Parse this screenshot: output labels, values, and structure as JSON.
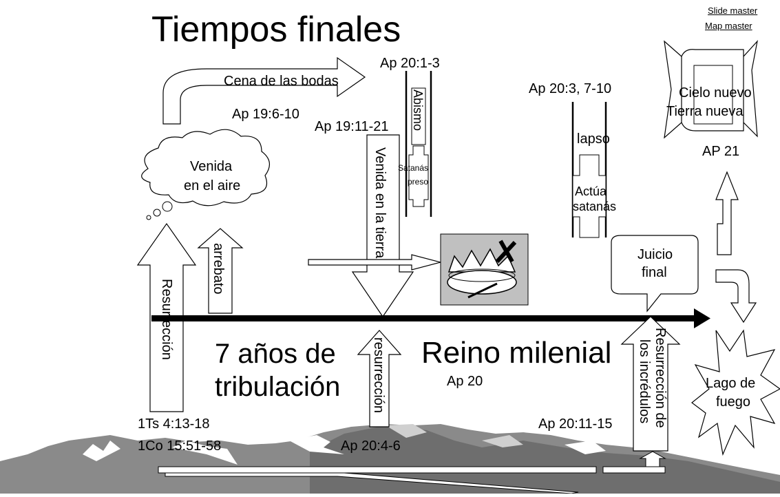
{
  "title": "Tiempos finales",
  "links": {
    "slide_master": "Slide master",
    "map_master": "Map master"
  },
  "labels": {
    "cena": "Cena de las bodas",
    "ap19_6": "Ap 19:6-10",
    "ap19_11": "Ap 19:11-21",
    "ap20_1": "Ap 20:1-3",
    "abismo": "Abismo",
    "satanas_preso_1": "Satanás",
    "satanas_preso_2": "preso",
    "ap20_3": "Ap 20:3, 7-10",
    "lapso": "lapso",
    "actua_1": "Actúa",
    "actua_2": "satanás",
    "cielo_1": "Cielo nuevo",
    "cielo_2": "Tierra nueva",
    "ap21": "AP 21",
    "venida_aire_1": "Venida",
    "venida_aire_2": "en el aire",
    "venida_tierra": "Venida en la tierra",
    "arrebato": "arrebato",
    "resurreccion": "Resurrección",
    "resurreccion_small": "resurrección",
    "resurreccion_incredulos_1": "Resurrección de",
    "resurreccion_incredulos_2": "los incrédulos",
    "juicio_1": "Juicio",
    "juicio_2": "final",
    "tribulacion_1": "7 años de",
    "tribulacion_2": "tribulación",
    "reino": "Reino milenial",
    "ap20": "Ap 20",
    "lago_1": "Lago de",
    "lago_2": "fuego",
    "ts": "1Ts 4:13-18",
    "co": "1Co 15:51-58",
    "ap20_4": "Ap 20:4-6",
    "ap20_11": "Ap 20:11-15"
  },
  "colors": {
    "timeline": "#000000",
    "mountain_dark": "#7a7a7a",
    "mountain_light": "#a8a8a8",
    "crown_box": "#c0c0c0"
  }
}
